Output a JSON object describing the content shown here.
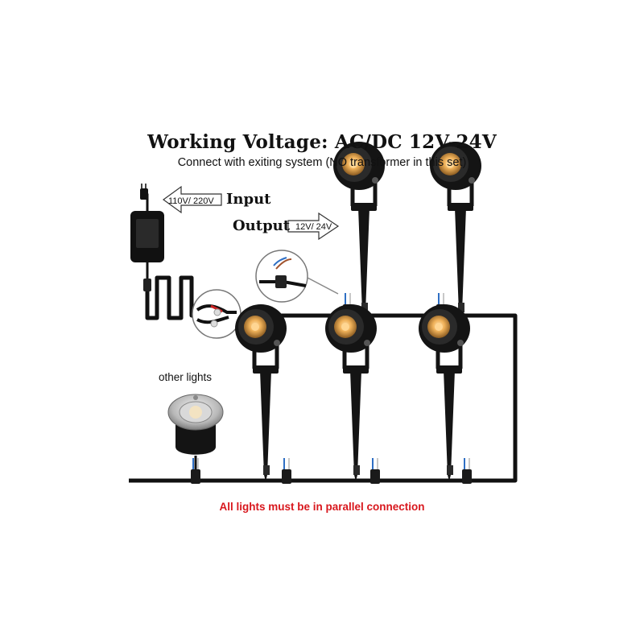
{
  "title": "Working Voltage: AC/DC 12V-24V",
  "subtitle": "Connect with exiting system (NO transformer in this set)",
  "input": {
    "label": "Input",
    "voltage": "110V/ 220V"
  },
  "output": {
    "label": "Output",
    "voltage": "12V/ 24V"
  },
  "other_lights_label": "other lights",
  "note": "All lights must be in parallel connection",
  "colors": {
    "note": "#d8171d",
    "cable": "#111111",
    "lamp_body": "#141414",
    "cob_glow": "#f0b25a"
  },
  "spotlights": {
    "top_row_count": 2,
    "bottom_row_count": 3
  },
  "icons": [
    "power-adapter-icon",
    "plug-icon",
    "wire-splice-icon",
    "connector-zoom-icon",
    "spotlight-icon",
    "inground-light-icon"
  ]
}
